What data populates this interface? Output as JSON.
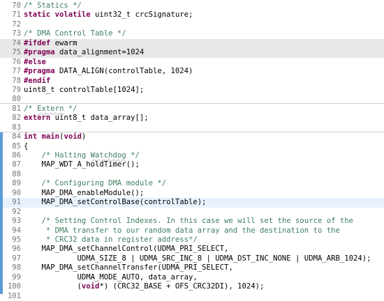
{
  "editor": {
    "lines": [
      {
        "num": "70",
        "segments": [
          {
            "t": "cm",
            "v": "/* Statics */"
          }
        ]
      },
      {
        "num": "71",
        "segments": [
          {
            "t": "kw",
            "v": "static volatile"
          },
          {
            "t": "tx",
            "v": " uint32_t crcSignature;"
          }
        ]
      },
      {
        "num": "72",
        "segments": []
      },
      {
        "num": "73",
        "segments": [
          {
            "t": "cm",
            "v": "/* DMA Control Table */"
          }
        ]
      },
      {
        "num": "74",
        "hl": "gray",
        "segments": [
          {
            "t": "kw",
            "v": "#ifdef"
          },
          {
            "t": "tx",
            "v": " ewarm"
          }
        ]
      },
      {
        "num": "75",
        "hl": "gray",
        "segments": [
          {
            "t": "kw",
            "v": "#pragma"
          },
          {
            "t": "tx",
            "v": " data_alignment=1024"
          }
        ]
      },
      {
        "num": "76",
        "segments": [
          {
            "t": "kw",
            "v": "#else"
          }
        ]
      },
      {
        "num": "77",
        "segments": [
          {
            "t": "kw",
            "v": "#pragma"
          },
          {
            "t": "tx",
            "v": " DATA_ALIGN(controlTable, 1024)"
          }
        ]
      },
      {
        "num": "78",
        "segments": [
          {
            "t": "kw",
            "v": "#endif"
          }
        ]
      },
      {
        "num": "79",
        "segments": [
          {
            "t": "tx",
            "v": "uint8_t controlTable[1024];"
          }
        ]
      },
      {
        "num": "80",
        "segments": []
      },
      {
        "num": "81",
        "segments": [
          {
            "t": "cm",
            "v": "/* "
          },
          {
            "t": "cms",
            "v": "Extern"
          },
          {
            "t": "cm",
            "v": " */"
          }
        ]
      },
      {
        "num": "82",
        "segments": [
          {
            "t": "kw",
            "v": "extern"
          },
          {
            "t": "tx",
            "v": " uint8_t data_array[];"
          }
        ]
      },
      {
        "num": "83",
        "segments": []
      },
      {
        "num": "84",
        "segments": [
          {
            "t": "kw",
            "v": "int"
          },
          {
            "t": "tx",
            "v": " "
          },
          {
            "t": "kw",
            "v": "main"
          },
          {
            "t": "tx",
            "v": "("
          },
          {
            "t": "kw",
            "v": "void"
          },
          {
            "t": "tx",
            "v": ")"
          }
        ]
      },
      {
        "num": "85",
        "segments": [
          {
            "t": "tx",
            "v": "{"
          }
        ]
      },
      {
        "num": "86",
        "segments": [
          {
            "t": "cm",
            "v": "    /* Halting "
          },
          {
            "t": "cms",
            "v": "Watchdog"
          },
          {
            "t": "cm",
            "v": " */"
          }
        ]
      },
      {
        "num": "87",
        "segments": [
          {
            "t": "tx",
            "v": "    MAP_WDT_A_holdTimer();"
          }
        ]
      },
      {
        "num": "88",
        "segments": []
      },
      {
        "num": "89",
        "segments": [
          {
            "t": "cm",
            "v": "    /* Configuring DMA module */"
          }
        ]
      },
      {
        "num": "90",
        "segments": [
          {
            "t": "tx",
            "v": "    MAP_DMA_enableModule();"
          }
        ]
      },
      {
        "num": "91",
        "hl": "blue",
        "segments": [
          {
            "t": "tx",
            "v": "    MAP_DMA_setControlBase(controlTable);"
          }
        ]
      },
      {
        "num": "92",
        "segments": []
      },
      {
        "num": "93",
        "segments": [
          {
            "t": "cm",
            "v": "    /* Setting Control Indexes. In this case we will set the source of the"
          }
        ]
      },
      {
        "num": "94",
        "segments": [
          {
            "t": "cm",
            "v": "     * DMA transfer to our random data array and the destination to the"
          }
        ]
      },
      {
        "num": "95",
        "segments": [
          {
            "t": "cm",
            "v": "     * CRC32 data in register address*/"
          }
        ]
      },
      {
        "num": "96",
        "segments": [
          {
            "t": "tx",
            "v": "    MAP_DMA_setChannelControl(UDMA_PRI_SELECT,"
          }
        ]
      },
      {
        "num": "97",
        "segments": [
          {
            "t": "tx",
            "v": "            UDMA_SIZE_8 | UDMA_SRC_INC_8 | UDMA_DST_INC_NONE | UDMA_ARB_1024);"
          }
        ]
      },
      {
        "num": "98",
        "segments": [
          {
            "t": "tx",
            "v": "    MAP_DMA_setChannelTransfer(UDMA_PRI_SELECT,"
          }
        ]
      },
      {
        "num": "99",
        "segments": [
          {
            "t": "tx",
            "v": "            UDMA_MODE_AUTO, data_array,"
          }
        ]
      },
      {
        "num": "100",
        "segments": [
          {
            "t": "tx",
            "v": "            ("
          },
          {
            "t": "kw",
            "v": "void"
          },
          {
            "t": "tx",
            "v": "*) (CRC32_BASE + OFS_CRC32DI), 1024);"
          }
        ]
      },
      {
        "num": "101",
        "segments": []
      }
    ]
  }
}
